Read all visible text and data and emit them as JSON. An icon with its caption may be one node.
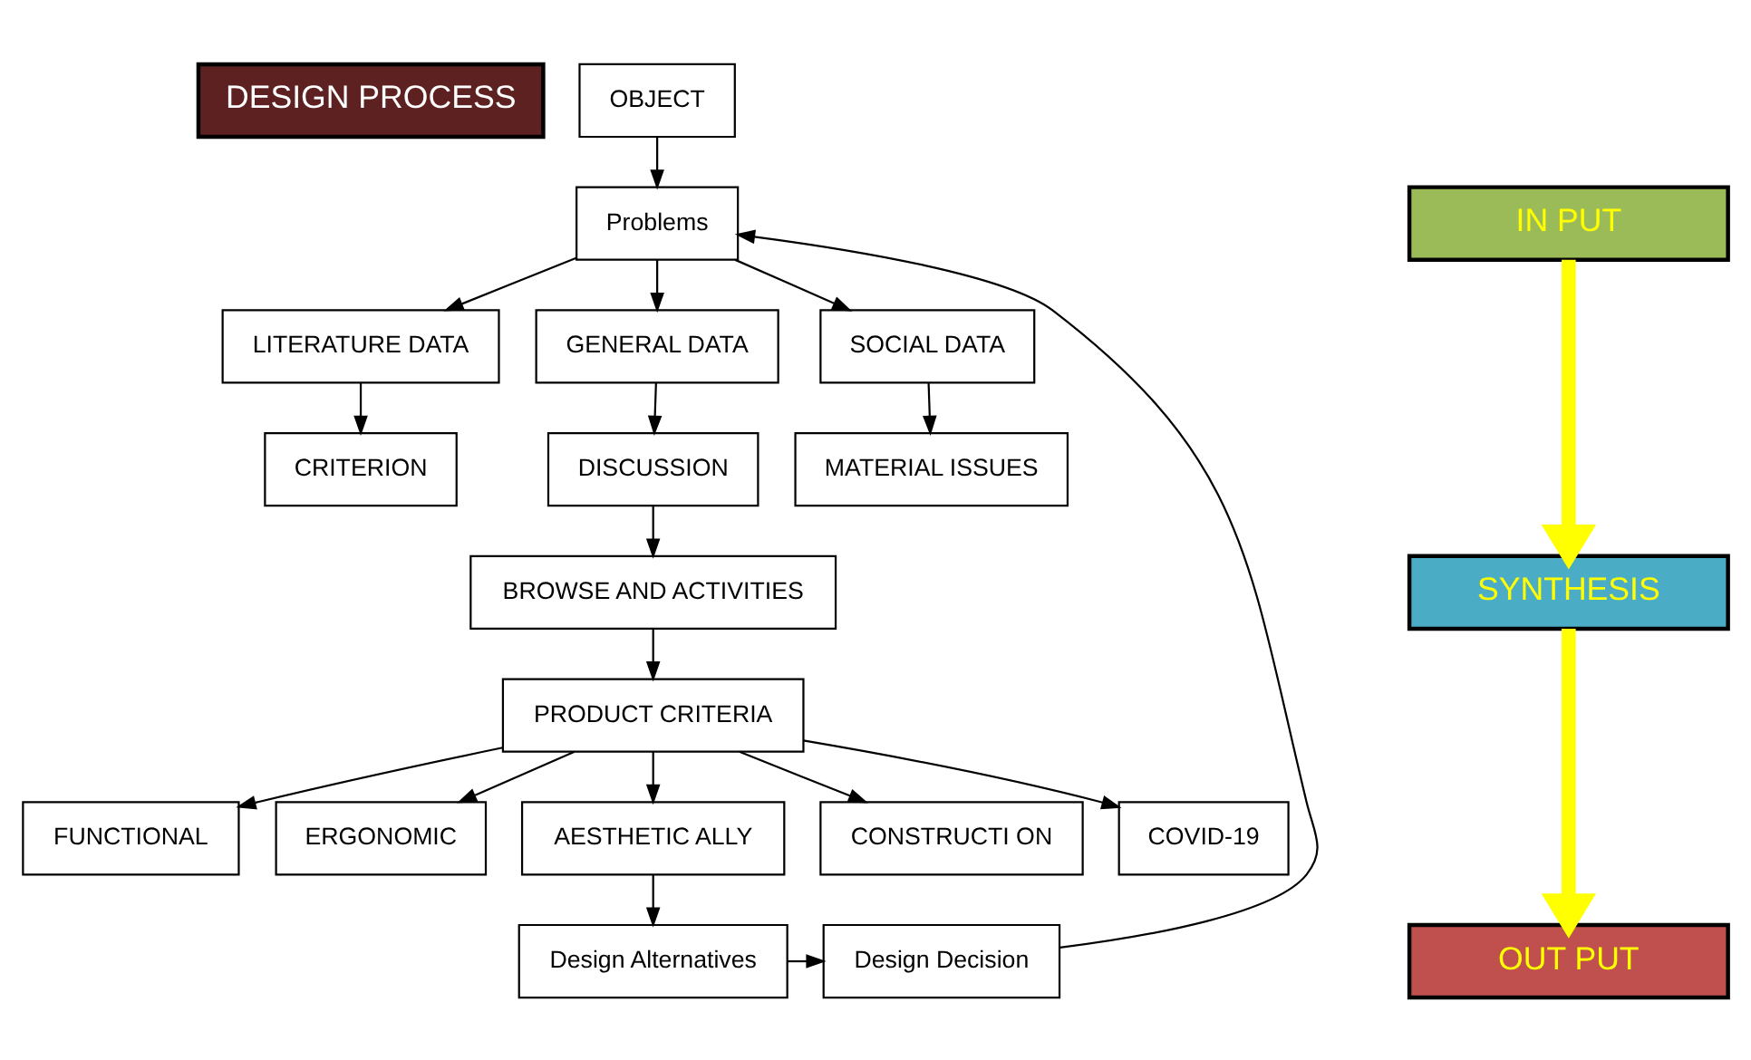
{
  "diagram": {
    "nodes": [
      {
        "text": [
          "DESIGN PROCESS"
        ]
      },
      {
        "text": [
          "OBJECT"
        ]
      },
      {
        "text": [
          "Problems"
        ]
      },
      {
        "text": [
          "IN PUT"
        ]
      },
      {
        "text": [
          "LITERATURE DATA"
        ]
      },
      {
        "text": [
          "GENERAL DATA"
        ]
      },
      {
        "text": [
          "SOCIAL DATA"
        ]
      },
      {
        "text": [
          "CRITERION"
        ]
      },
      {
        "text": [
          "DISCUSSION"
        ]
      },
      {
        "text": [
          "MATERIAL ISSUES"
        ]
      },
      {
        "text": [
          "SYNTHESIS"
        ]
      },
      {
        "text": [
          "BROWSE AND ACTIVITIES"
        ]
      },
      {
        "text": [
          "PRODUCT CRITERIA"
        ]
      },
      {
        "text": [
          "FUNCTIONAL"
        ]
      },
      {
        "text": [
          "ERGONOMIC"
        ]
      },
      {
        "text": [
          "AESTHETIC ALLY"
        ]
      },
      {
        "text": [
          "CONSTRUCTI ON"
        ]
      },
      {
        "text": [
          "COVID-19"
        ]
      },
      {
        "text": [
          "OUT PUT"
        ]
      },
      {
        "text": [
          "Design Alternatives"
        ]
      },
      {
        "text": [
          "Design Decision"
        ]
      }
    ],
    "edges": [
      {
        "from": 1,
        "to": 2,
        "arrow": "to"
      },
      {
        "from": 2,
        "to": 4,
        "arrow": "to"
      },
      {
        "from": 2,
        "to": 5,
        "arrow": "to"
      },
      {
        "from": 2,
        "to": 6,
        "arrow": "to"
      },
      {
        "from": 4,
        "to": 7,
        "arrow": "to"
      },
      {
        "from": 5,
        "to": 8,
        "arrow": "to"
      },
      {
        "from": 6,
        "to": 9,
        "arrow": "to"
      },
      {
        "from": 8,
        "to": 11,
        "arrow": "to"
      },
      {
        "from": 11,
        "to": 12,
        "arrow": "to"
      },
      {
        "from": 12,
        "to": 13,
        "arrow": "to"
      },
      {
        "from": 12,
        "to": 14,
        "arrow": "to"
      },
      {
        "from": 12,
        "to": 15,
        "arrow": "to"
      },
      {
        "from": 12,
        "to": 16,
        "arrow": "to"
      },
      {
        "from": 12,
        "to": 17,
        "arrow": "to"
      },
      {
        "from": 15,
        "to": 19,
        "arrow": "to"
      },
      {
        "from": 19,
        "to": 20,
        "arrow": "to"
      },
      {
        "from": 20,
        "to": 2,
        "arrow": "to"
      },
      {
        "from": 3,
        "to": 10,
        "arrow": "to",
        "style": "thick",
        "color": "#ffff00"
      },
      {
        "from": 10,
        "to": 18,
        "arrow": "to",
        "style": "thick",
        "color": "#ffff00"
      }
    ]
  }
}
